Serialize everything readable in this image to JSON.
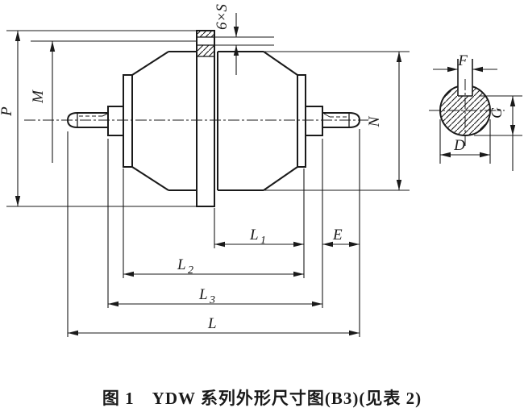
{
  "figure": {
    "caption": "图 1　YDW 系列外形尺寸图(B3)(见表 2)",
    "colors": {
      "line": "#1a1a1a",
      "background": "#ffffff"
    },
    "labels": {
      "bolt_holes": "6×S",
      "flange_outer_diameter": "P",
      "bolt_circle_radius": "M",
      "spigot_diameter": "N",
      "key_width": "F",
      "key_depth": "G",
      "shaft_diameter": "D",
      "shaft_extension": "E",
      "total_length": "L",
      "l1_main": "L",
      "l1_sub": "1",
      "l2_main": "L",
      "l2_sub": "2",
      "l3_main": "L",
      "l3_sub": "3"
    }
  }
}
